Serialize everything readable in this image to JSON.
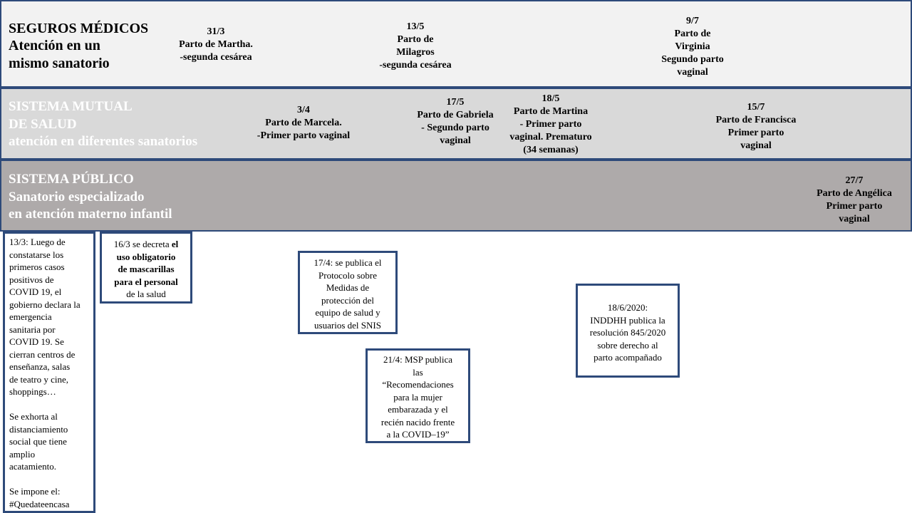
{
  "bands": [
    {
      "title": "SEGUROS MÉDICOS\nAtención en un\nmismo sanatorio"
    },
    {
      "title": "SISTEMA MUTUAL\nDE SALUD\natención en diferentes sanatorios"
    },
    {
      "title": "SISTEMA PÚBLICO\nSanatorio especializado\nen atención materno infantil"
    }
  ],
  "events": {
    "martha": {
      "date": "31/3",
      "text": "Parto de Martha.\n-segunda cesárea"
    },
    "milagros": {
      "date": "13/5",
      "text": "Parto de\nMilagros\n-segunda cesárea"
    },
    "virginia": {
      "date": "9/7",
      "text": "Parto de\nVirginia\nSegundo parto\nvaginal"
    },
    "marcela": {
      "date": "3/4",
      "text": "Parto de Marcela.\n-Primer  parto vaginal"
    },
    "gabriela": {
      "date": "17/5",
      "text": "Parto de Gabriela\n- Segundo parto\nvaginal"
    },
    "martina": {
      "date": "18/5",
      "text": "Parto de Martina\n- Primer  parto\nvaginal. Prematuro\n(34 semanas)"
    },
    "francisca": {
      "date": "15/7",
      "text": "Parto de Francisca\nPrimer parto\nvaginal"
    },
    "angelica": {
      "date": "27/7",
      "text": "Parto de Angélica\nPrimer parto\nvaginal"
    }
  },
  "notes": {
    "n1": "13/3:  Luego de\nconstatarse los\nprimeros casos\npositivos  de\nCOVID 19, el\ngobierno  declara la\nemergencia\nsanitaria por\nCOVID 19. Se\ncierran centros de\nenseñanza, salas\nde teatro y cine,\nshoppings…\n\nSe exhorta al\ndistanciamiento\nsocial que tiene\namplio\nacatamiento.\n\nSe impone  el:\n#Quedateencasa",
    "n2_pre": "16/3  se decreta ",
    "n2_bold": "el\nuso obligatorio\nde mascarillas\npara  el personal",
    "n2_post": "\nde la salud",
    "n3": "17/4:  se publica el\nProtocolo sobre\nMedidas de\nprotección del\nequipo de salud y\nusuarios del SNIS",
    "n4": "21/4:  MSP publica\nlas\n“Recomendaciones\npara la mujer\nembarazada y el\nrecién nacido frente\na la COVID–19”",
    "n5": "18/6/2020:\nINDDHH publica la\nresolución  845/2020\nsobre derecho al\nparto acompañado"
  }
}
